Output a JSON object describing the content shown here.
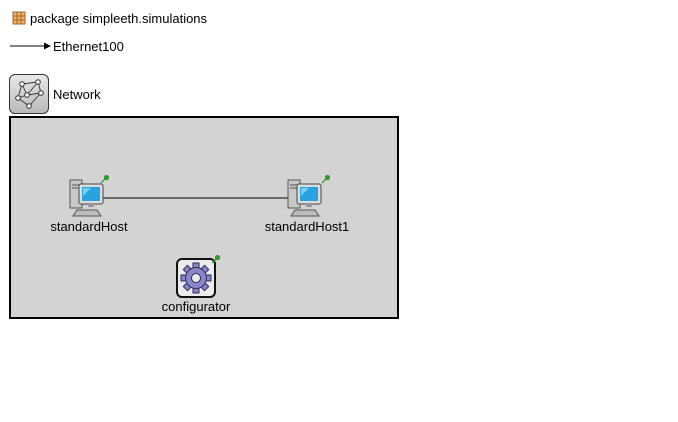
{
  "package": {
    "label": "package simpleeth.simulations",
    "icon": "package-icon"
  },
  "channel": {
    "label": "Ethernet100",
    "icon": "arrow-line-icon"
  },
  "network": {
    "label": "Network",
    "icon": "network-icon"
  },
  "nodes": [
    {
      "label": "standardHost",
      "icon": "computer-icon"
    },
    {
      "label": "standardHost1",
      "icon": "computer-icon"
    },
    {
      "label": "configurator",
      "icon": "gear-icon"
    }
  ],
  "colors": {
    "canvas_bg": "#d3d3d3",
    "canvas_border": "#000000",
    "pin": "#2e9a2e",
    "gear": "#8a86c8",
    "screen": "#29a3dd"
  }
}
